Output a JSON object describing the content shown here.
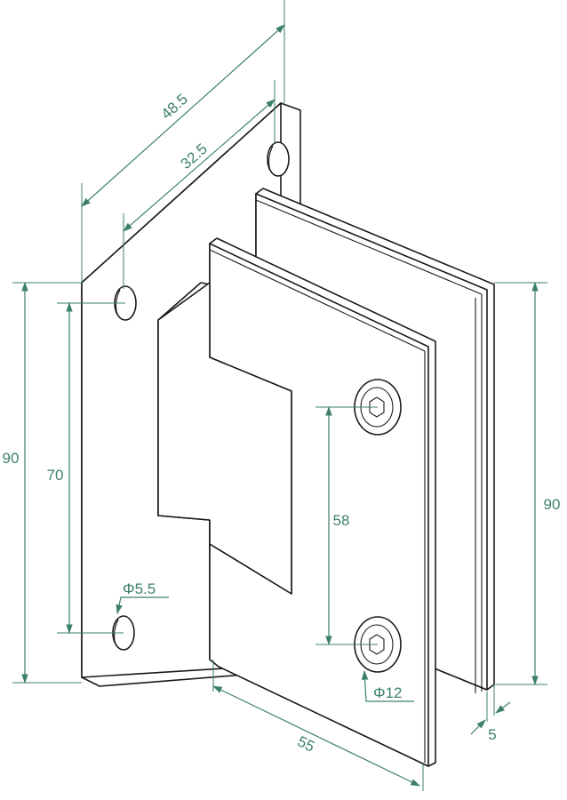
{
  "dimensions": {
    "plate_width": "48.5",
    "hole_spacing_h": "32.5",
    "plate_height": "90",
    "hole_spacing_v": "70",
    "hole_diameter": "Φ5.5",
    "screw_spacing": "58",
    "screw_diameter": "Φ12",
    "body_height": "90",
    "body_width": "55",
    "thickness": "5"
  },
  "colors": {
    "dimension_line": "#3d7f6c",
    "outline": "#1a1a1a"
  }
}
